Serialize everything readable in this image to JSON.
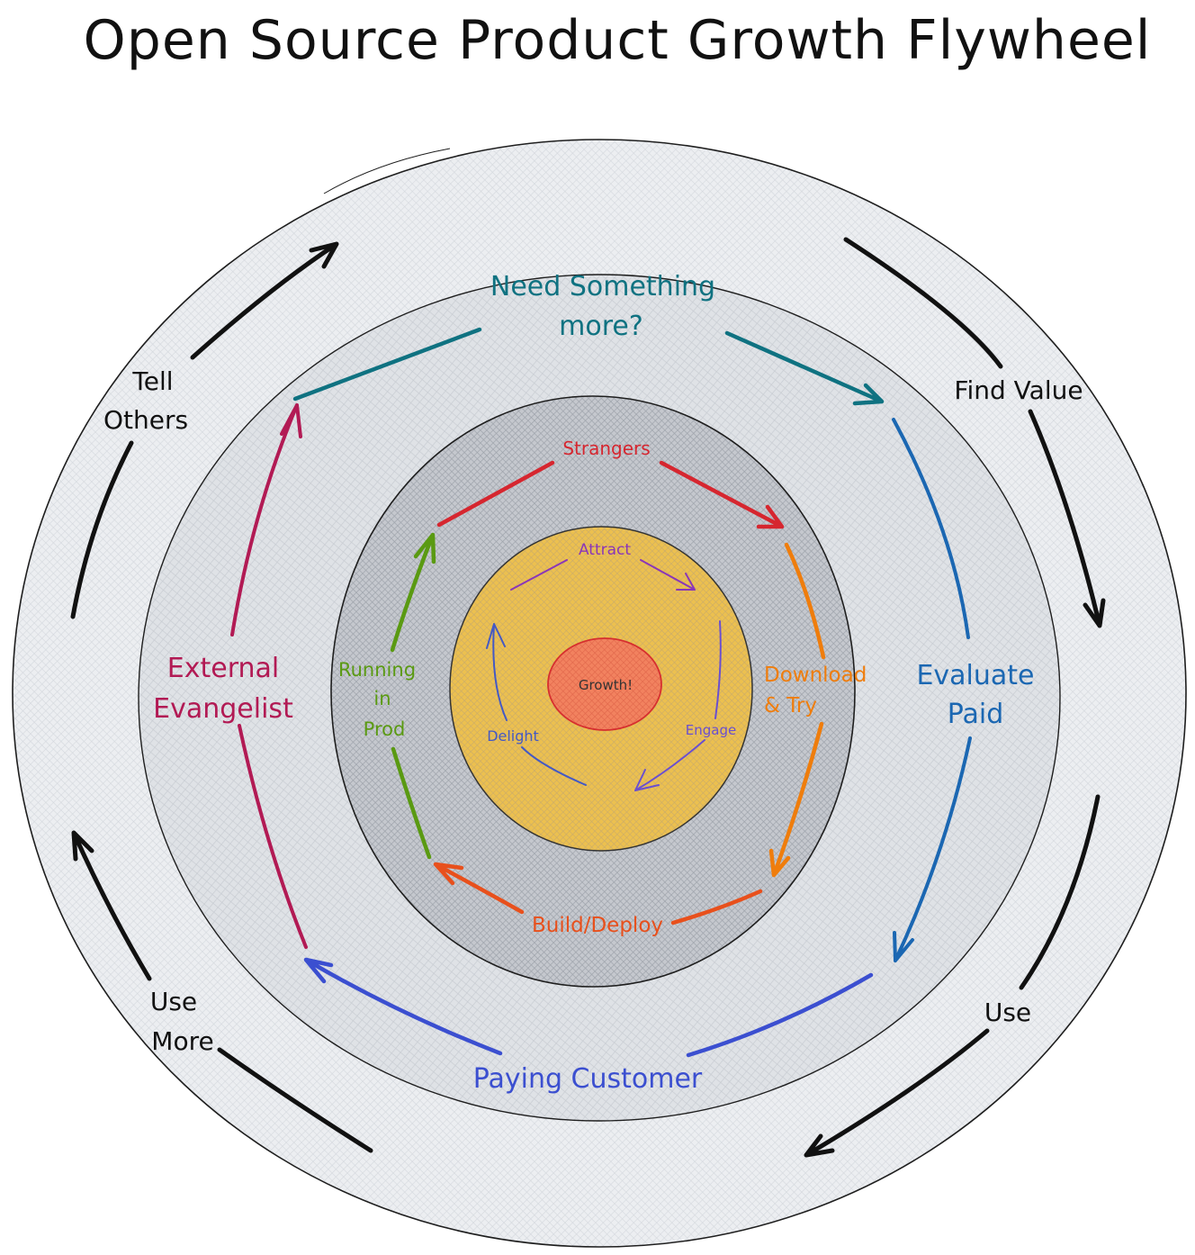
{
  "title": "Open Source Product Growth Flywheel",
  "colors": {
    "ring_outer": "#eceef1",
    "ring_second": "#dfe2e6",
    "ring_third": "#b8bcc3",
    "ring_fourth": "#e7b949",
    "core": "#ef7a5c",
    "core_stroke": "#d62f2f",
    "outline": "#1e1e1e",
    "black": "#111111",
    "teal": "#0f7281",
    "blue": "#1b67b2",
    "indigo": "#3b4fd0",
    "crimson": "#b21a54",
    "red": "#d6262f",
    "orange": "#ef7d0c",
    "orange_red": "#e8501c",
    "green": "#5a9a12",
    "purple": "#8a36b8",
    "violet": "#6a4fd0",
    "slate_blue": "#4459c4"
  },
  "core": {
    "label": "Growth!"
  },
  "inner_cycle": {
    "labels": {
      "attract": "Attract",
      "engage": "Engage",
      "delight": "Delight"
    }
  },
  "middle_cycle": {
    "labels": {
      "strangers": "Strangers",
      "download_try": [
        "Download",
        "& Try"
      ],
      "build_deploy": "Build/Deploy",
      "running_in_prod": [
        "Running",
        "in",
        "Prod"
      ]
    }
  },
  "outer_cycle": {
    "labels": {
      "need_something_more": [
        "Need Something",
        "more?"
      ],
      "evaluate_paid": [
        "Evaluate",
        "Paid"
      ],
      "paying_customer": "Paying Customer",
      "external_evangelist": [
        "External",
        "Evangelist"
      ]
    }
  },
  "outermost_cycle": {
    "labels": {
      "find_value": "Find Value",
      "use": "Use",
      "use_more": [
        "Use",
        "More"
      ],
      "tell_others": [
        "Tell",
        "Others"
      ]
    }
  }
}
